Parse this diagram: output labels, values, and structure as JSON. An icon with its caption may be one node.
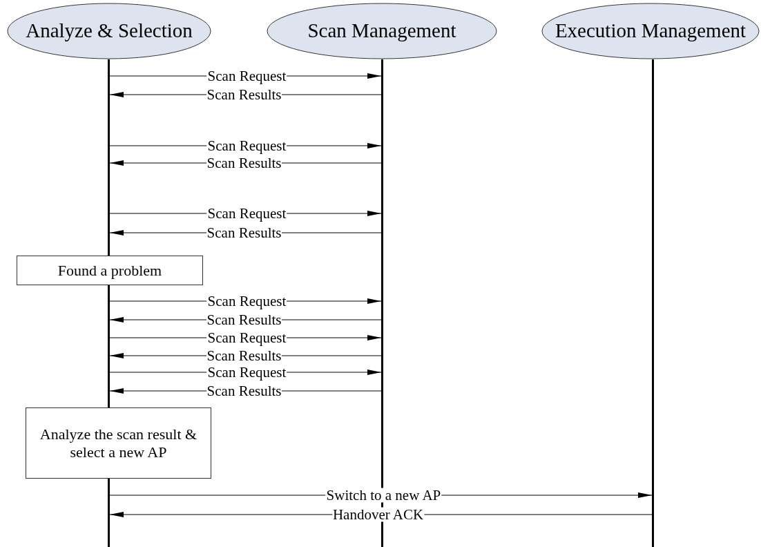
{
  "diagram": {
    "nodes": [
      {
        "text": [
          "Analyze & Selection"
        ]
      },
      {
        "text": [
          "Scan Management"
        ]
      },
      {
        "text": [
          "Execution Management"
        ]
      },
      {
        "text": [],
        "shape": "bar"
      },
      {
        "text": [],
        "shape": "bar"
      },
      {
        "text": [],
        "shape": "bar"
      },
      {
        "text": [
          "Found a problem"
        ]
      },
      {
        "text": [
          "Analyze the scan result & select a new AP"
        ]
      }
    ],
    "edges": [
      {
        "from": 3,
        "to": 4,
        "arrow": "to",
        "label": "Scan Request"
      },
      {
        "from": 4,
        "to": 3,
        "arrow": "to",
        "label": "Scan Results"
      },
      {
        "from": 3,
        "to": 4,
        "arrow": "to",
        "label": "Scan Request"
      },
      {
        "from": 4,
        "to": 3,
        "arrow": "to",
        "label": "Scan Results"
      },
      {
        "from": 3,
        "to": 4,
        "arrow": "to",
        "label": "Scan Request"
      },
      {
        "from": 4,
        "to": 3,
        "arrow": "to",
        "label": "Scan Results"
      },
      {
        "from": 3,
        "to": 4,
        "arrow": "to",
        "label": "Scan Request"
      },
      {
        "from": 4,
        "to": 3,
        "arrow": "to",
        "label": "Scan Results"
      },
      {
        "from": 3,
        "to": 4,
        "arrow": "to",
        "label": "Scan Request"
      },
      {
        "from": 4,
        "to": 3,
        "arrow": "to",
        "label": "Scan Results"
      },
      {
        "from": 3,
        "to": 4,
        "arrow": "to",
        "label": "Scan Request"
      },
      {
        "from": 4,
        "to": 3,
        "arrow": "to",
        "label": "Scan Results"
      },
      {
        "from": 3,
        "to": 5,
        "arrow": "to",
        "label": "Switch to a new AP"
      },
      {
        "from": 5,
        "to": 3,
        "arrow": "to",
        "label": "Handover ACK"
      }
    ]
  }
}
